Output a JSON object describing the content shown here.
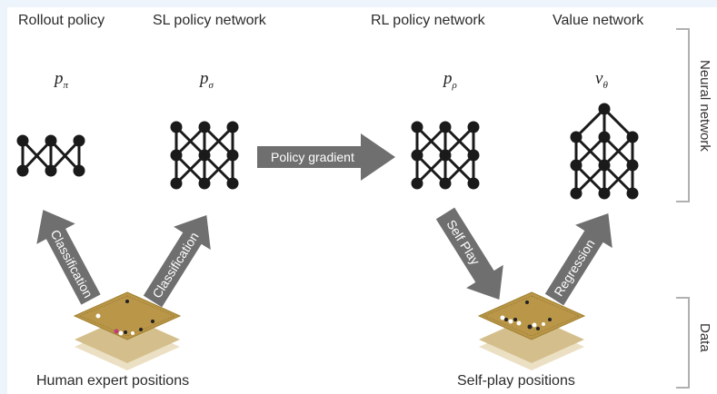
{
  "networks": [
    {
      "title": "Rollout policy",
      "symbol": "p",
      "subscript": "π"
    },
    {
      "title": "SL policy network",
      "symbol": "p",
      "subscript": "σ"
    },
    {
      "title": "RL policy network",
      "symbol": "p",
      "subscript": "ρ"
    },
    {
      "title": "Value network",
      "symbol": "v",
      "subscript": "θ"
    }
  ],
  "arrows": {
    "policy_gradient": "Policy gradient",
    "classification_left": "Classification",
    "classification_right": "Classification",
    "self_play": "Self Play",
    "regression": "Regression"
  },
  "data_labels": {
    "human": "Human expert positions",
    "self_play": "Self-play positions"
  },
  "brackets": {
    "neural_network": "Neural network",
    "data": "Data"
  },
  "colors": {
    "arrow": "#6f6f6f",
    "node": "#1a1a1a",
    "bracket": "#b0b0b0",
    "board": "#b99648",
    "board_layer2": "#d4bf8c",
    "board_layer3": "#ece0c4"
  }
}
